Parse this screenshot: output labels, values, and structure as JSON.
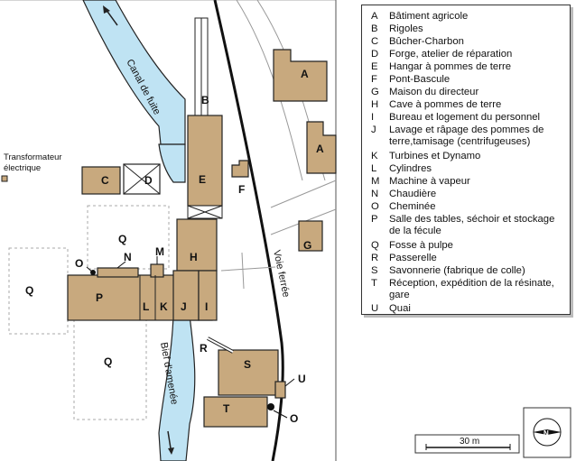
{
  "colors": {
    "building": "#c8a97e",
    "canal": "#bfe3f3",
    "line": "#222222",
    "dashed": "#999999",
    "background": "#ffffff"
  },
  "map": {
    "labels": {
      "canal_fuite": "Canal de fuite",
      "bief": "Bief d'amenée",
      "voie": "Voie ferrée",
      "transformateur": "Transformateur électrique",
      "scale": "30 m",
      "north": "N"
    },
    "buildings": {
      "A1": "A",
      "A2": "A",
      "B": "B",
      "C": "C",
      "D": "D",
      "E": "E",
      "F": "F",
      "G": "G",
      "H": "H",
      "I": "I",
      "J": "J",
      "K": "K",
      "L": "L",
      "M": "M",
      "N": "N",
      "O1": "O",
      "O2": "O",
      "P": "P",
      "Q1": "Q",
      "Q2": "Q",
      "Q3": "Q",
      "R": "R",
      "S": "S",
      "T": "T",
      "U": "U"
    }
  },
  "legend": {
    "items": [
      {
        "key": "A",
        "text": "Bâtiment agricole"
      },
      {
        "key": "B",
        "text": "Rigoles"
      },
      {
        "key": "C",
        "text": "Bûcher-Charbon"
      },
      {
        "key": "D",
        "text": "Forge, atelier de réparation"
      },
      {
        "key": "E",
        "text": "Hangar à pommes de terre"
      },
      {
        "key": "F",
        "text": "Pont-Bascule"
      },
      {
        "key": "G",
        "text": "Maison du directeur"
      },
      {
        "key": "H",
        "text": "Cave à pommes de terre"
      },
      {
        "key": "I",
        "text": "Bureau et logement du personnel"
      },
      {
        "key": "J",
        "text": "Lavage et râpage des pommes de terre,tamisage (centrifugeuses)"
      },
      {
        "key": "K",
        "text": "Turbines et Dynamo"
      },
      {
        "key": "L",
        "text": "Cylindres"
      },
      {
        "key": "M",
        "text": "Machine à vapeur"
      },
      {
        "key": "N",
        "text": "Chaudière"
      },
      {
        "key": "O",
        "text": "Cheminée"
      },
      {
        "key": "P",
        "text": "Salle des tables, séchoir et stockage de la fécule"
      },
      {
        "key": "Q",
        "text": "Fosse à pulpe"
      },
      {
        "key": "R",
        "text": "Passerelle"
      },
      {
        "key": "S",
        "text": "Savonnerie (fabrique de colle)"
      },
      {
        "key": "T",
        "text": "Réception, expédition de la résinate, gare"
      },
      {
        "key": "U",
        "text": "Quai"
      }
    ]
  }
}
